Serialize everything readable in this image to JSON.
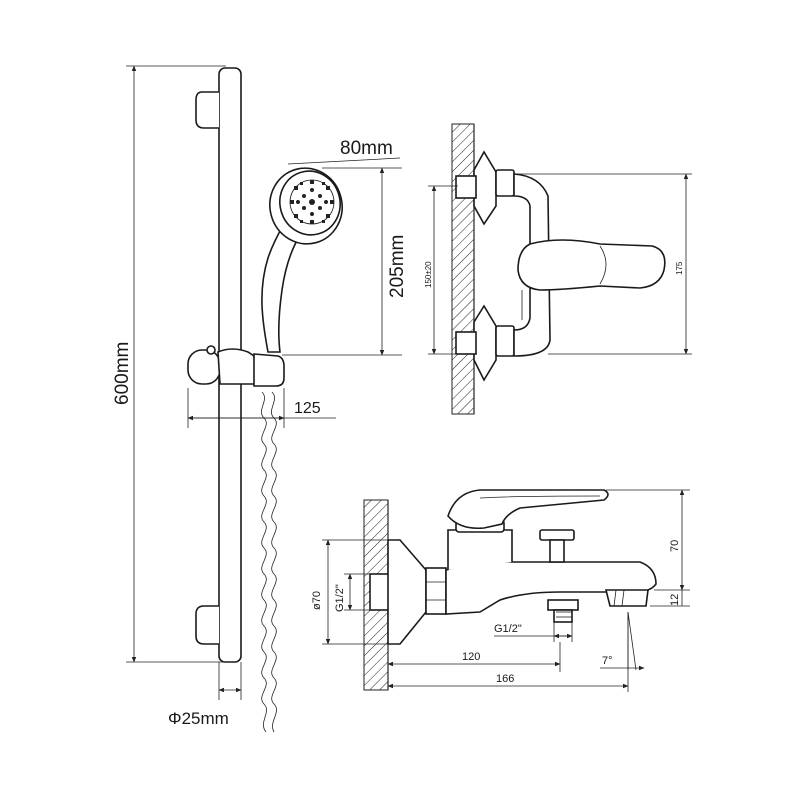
{
  "shower_set": {
    "dim_height": "600mm",
    "dim_head_diameter": "80mm",
    "dim_handset_length": "205mm",
    "dim_projection": "125",
    "dim_rail_diameter": "Φ25mm"
  },
  "mixer_top_view": {
    "dim_inlet_spacing": "150±20",
    "dim_height": "175"
  },
  "mixer_side_view": {
    "dim_flange_diameter": "ø70",
    "dim_inlet_thread": "G1/2\"",
    "dim_outlet_thread": "G1/2\"",
    "dim_outlet_offset": "120",
    "dim_total_length": "166",
    "dim_handle_height": "70",
    "dim_spout_height": "12",
    "dim_angle": "7°"
  }
}
